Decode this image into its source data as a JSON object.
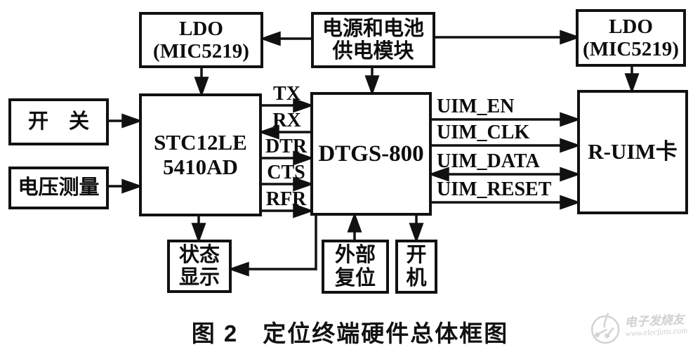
{
  "diagram": {
    "caption": "图 2　定位终端硬件总体框图",
    "boxes": {
      "ldo_left": {
        "line1": "LDO",
        "line2": "(MIC5219)"
      },
      "power_module": {
        "line1": "电源和电池",
        "line2": "供电模块"
      },
      "ldo_right": {
        "line1": "LDO",
        "line2": "(MIC5219)"
      },
      "switch": {
        "label": "开　关"
      },
      "voltage": {
        "label": "电压测量"
      },
      "mcu": {
        "line1": "STC12LE",
        "line2": "5410AD"
      },
      "modem": {
        "label": "DTGS-800"
      },
      "ruim": {
        "label": "R-UIM卡"
      },
      "status": {
        "line1": "状态",
        "line2": "显示"
      },
      "ext_reset": {
        "line1": "外部",
        "line2": "复位"
      },
      "power_on": {
        "line1": "开",
        "line2": "机"
      }
    },
    "signals": {
      "uart": [
        "TX",
        "RX",
        "DTR",
        "CTS",
        "RFR"
      ],
      "uim": [
        "UIM_EN",
        "UIM_CLK",
        "UIM_DATA",
        "UIM_RESET"
      ]
    },
    "colors": {
      "line": "#111111",
      "background": "#ffffff",
      "watermark": "#d0d0d0"
    },
    "watermark": {
      "brand": "电子发烧友",
      "url": "www.elecfans.com"
    }
  }
}
